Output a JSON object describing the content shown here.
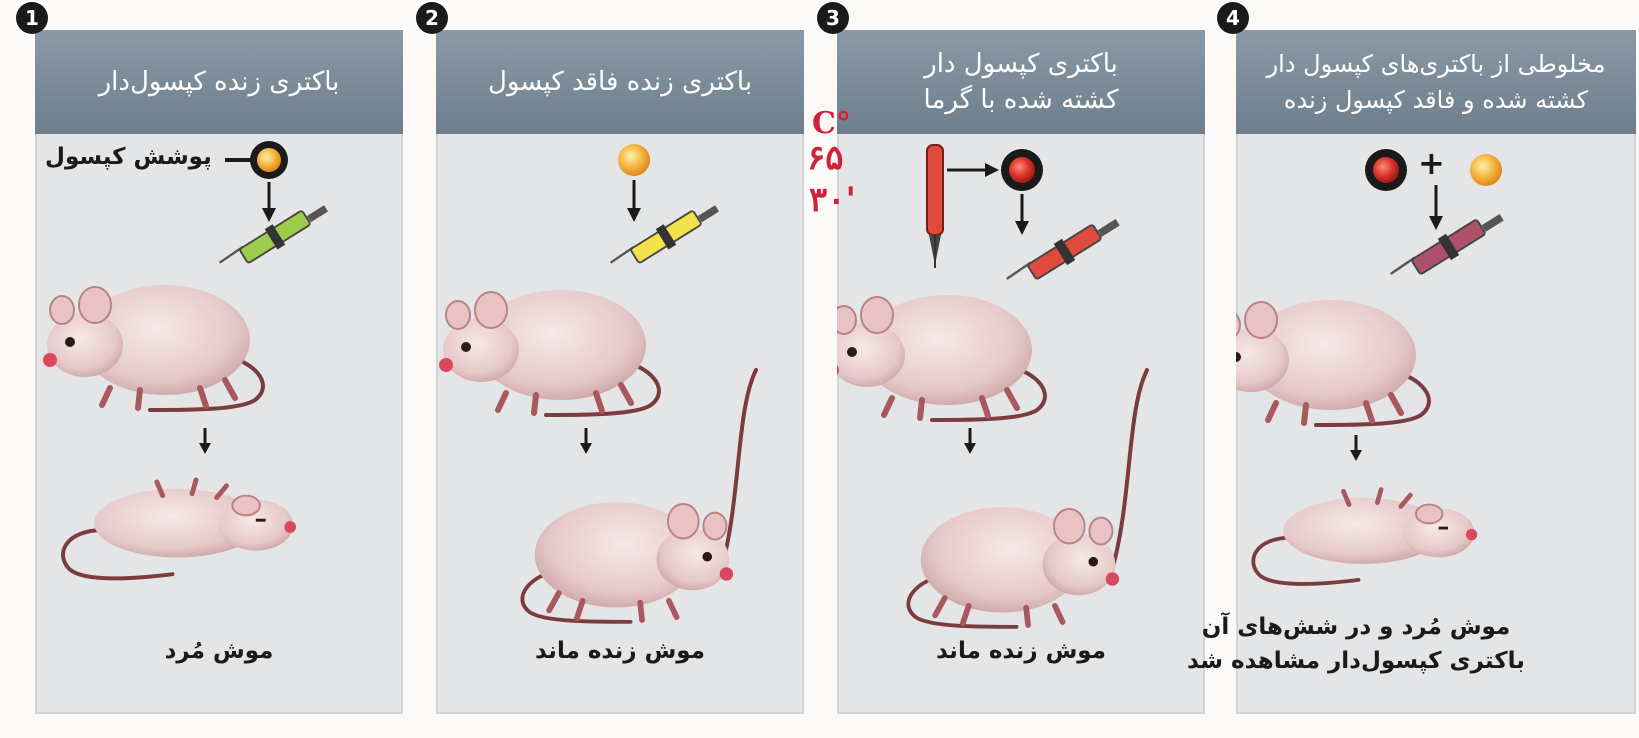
{
  "panels": [
    {
      "number": "1",
      "title_lines": [
        "باکتری زنده کپسول‌دار"
      ],
      "caption_lines": [
        "موش مُرد"
      ],
      "label": "پوشش کپسول"
    },
    {
      "number": "2",
      "title_lines": [
        "باکتری زنده فاقد کپسول"
      ],
      "caption_lines": [
        "موش زنده ماند"
      ]
    },
    {
      "number": "3",
      "title_lines": [
        "باکتری کپسول دار",
        "کشته شده با گرما"
      ],
      "caption_lines": [
        "موش زنده ماند"
      ],
      "handwritten": [
        "C°",
        "۶۵",
        "۳۰'"
      ]
    },
    {
      "number": "4",
      "title_lines": [
        "مخلوطی از باکتری‌های کپسول دار",
        "کشته شده و فاقد کپسول زنده"
      ],
      "caption_lines": [
        "موش مُرد و در شش‌های آن",
        "باکتری کپسول‌دار مشاهده شد"
      ],
      "plus": "+"
    }
  ],
  "colors": {
    "header": "#7a8997",
    "panel_bg": "#e4e5e7",
    "live_bacterium": "#f2a93a",
    "killed_bacterium": "#d2352b",
    "capsule": "#1a1a1a",
    "syringe_green": "#9ccc4a",
    "syringe_yellow": "#f1e24a",
    "syringe_red": "#e04a3c",
    "syringe_purple": "#b0516b",
    "handwriting": "#d1223a"
  },
  "icons": [
    "capsule-bacterium-icon",
    "bacterium-icon",
    "syringe-icon",
    "mouse-icon",
    "dead-mouse-icon",
    "thermometer-icon",
    "arrow-down-icon",
    "arrow-right-icon"
  ]
}
